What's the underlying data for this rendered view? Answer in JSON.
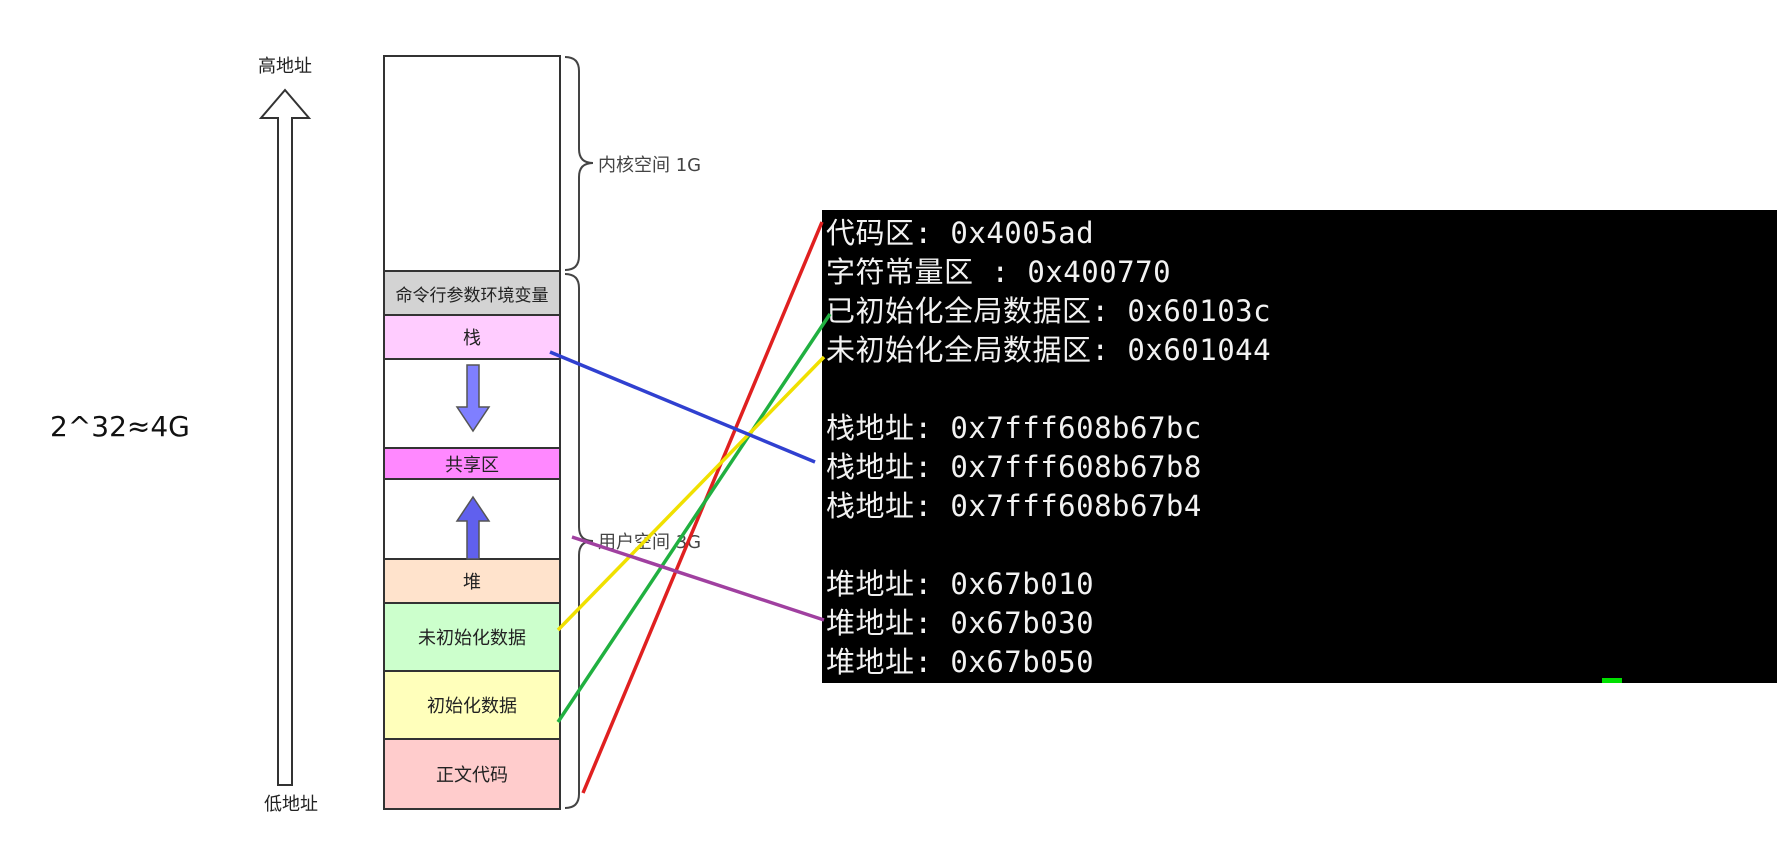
{
  "left_label": "2^32≈4G",
  "address": {
    "high": "高地址",
    "low": "低地址"
  },
  "segments": [
    {
      "label": "",
      "color": "#ffffff"
    },
    {
      "label": "命令行参数环境变量",
      "color": "#d3d3d3"
    },
    {
      "label": "栈",
      "color": "#ffccff"
    },
    {
      "label": "",
      "color": "#ffffff"
    },
    {
      "label": "共享区",
      "color": "#ff88ff"
    },
    {
      "label": "",
      "color": "#ffffff"
    },
    {
      "label": "堆",
      "color": "#ffe3cc"
    },
    {
      "label": "未初始化数据",
      "color": "#ccffcc"
    },
    {
      "label": "初始化数据",
      "color": "#ffffbb"
    },
    {
      "label": "正文代码",
      "color": "#ffcccc"
    }
  ],
  "space_labels": {
    "kernel": "内核空间 1G",
    "user": "用户空间 3G"
  },
  "terminal": {
    "lines": [
      "代码区: 0x4005ad",
      "字符常量区 : 0x400770",
      "已初始化全局数据区: 0x60103c",
      "未初始化全局数据区: 0x601044",
      "",
      "栈地址: 0x7fff608b67bc",
      "栈地址: 0x7fff608b67b8",
      "栈地址: 0x7fff608b67b4",
      "",
      "堆地址: 0x67b010",
      "堆地址: 0x67b030",
      "堆地址: 0x67b050"
    ]
  },
  "connectors": [
    {
      "name": "code-connector",
      "color": "#e02020"
    },
    {
      "name": "init-data-connector",
      "color": "#20b040"
    },
    {
      "name": "uninit-data-connector",
      "color": "#f0e000"
    },
    {
      "name": "stack-connector",
      "color": "#3040d0"
    },
    {
      "name": "heap-connector",
      "color": "#a040a0"
    }
  ],
  "arrow_colors": {
    "stack": "#7f7fff",
    "heap": "#6060ee"
  }
}
